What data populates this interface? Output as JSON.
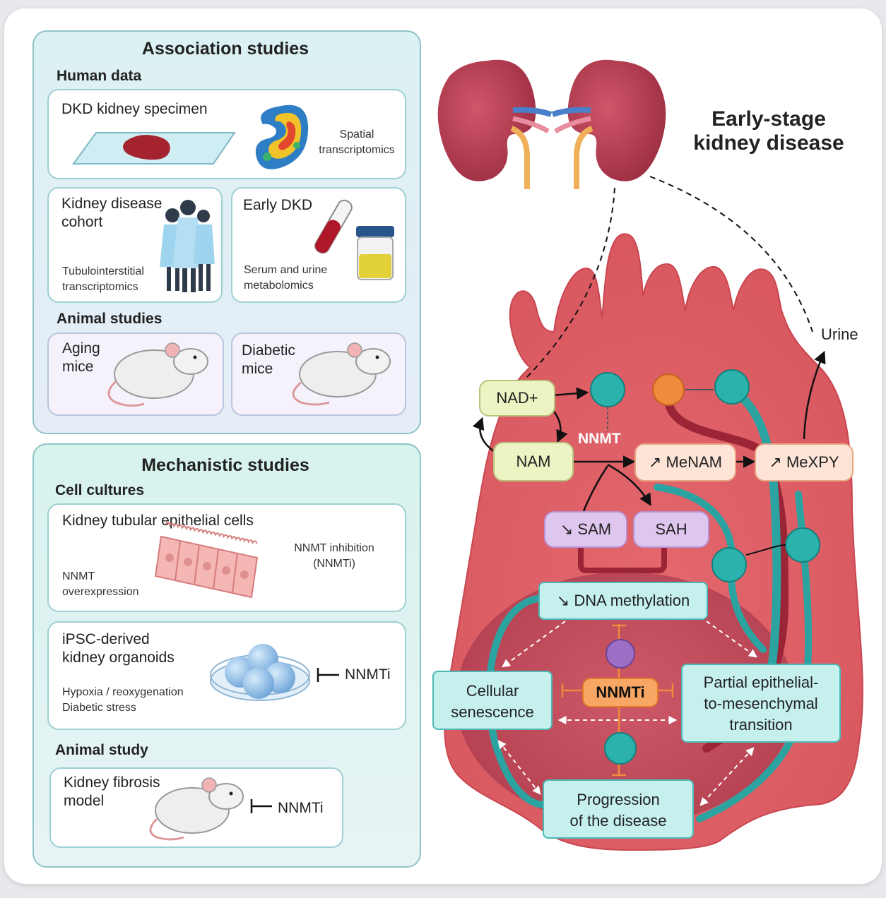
{
  "association": {
    "title": "Association studies",
    "human_data": "Human data",
    "dkd_specimen": "DKD kidney specimen",
    "spatial": [
      "Spatial",
      "transcriptomics"
    ],
    "cohort": [
      "Kidney disease",
      "cohort"
    ],
    "tubulo": [
      "Tubulointerstitial",
      "transcriptomics"
    ],
    "early_dkd": "Early DKD",
    "serum": [
      "Serum and urine",
      "metabolomics"
    ],
    "animal_studies": "Animal studies",
    "aging": [
      "Aging",
      "mice"
    ],
    "diabetic": [
      "Diabetic",
      "mice"
    ]
  },
  "mechanistic": {
    "title": "Mechanistic studies",
    "cell_cultures": "Cell cultures",
    "ktec": "Kidney tubular epithelial cells",
    "inhibition": [
      "NNMT inhibition",
      "(NNMTi)"
    ],
    "overexpression": [
      "NNMT",
      "overexpression"
    ],
    "ipsc": [
      "iPSC-derived",
      "kidney organoids"
    ],
    "nnmti_organoid": "NNMTi",
    "stress": [
      "Hypoxia / reoxygenation",
      "Diabetic stress"
    ],
    "animal_study": "Animal study",
    "fibrosis": [
      "Kidney fibrosis",
      "model"
    ],
    "nnmti_fibrosis": "NNMTi"
  },
  "pathway": {
    "heading": [
      "Early-stage",
      "kidney disease"
    ],
    "urine": "Urine",
    "nad": "NAD+",
    "nam": "NAM",
    "nnmt": "NNMT",
    "menam": "↗ MeNAM",
    "mexpy": "↗ MeXPY",
    "sam": "↘ SAM",
    "sah": "SAH",
    "dna": "↘ DNA methylation",
    "nnmti": "NNMTi",
    "senescence": [
      "Cellular",
      "senescence"
    ],
    "emt": [
      "Partial epithelial-",
      "to-mesenchymal",
      "transition"
    ],
    "progression": [
      "Progression",
      "of the disease"
    ]
  }
}
